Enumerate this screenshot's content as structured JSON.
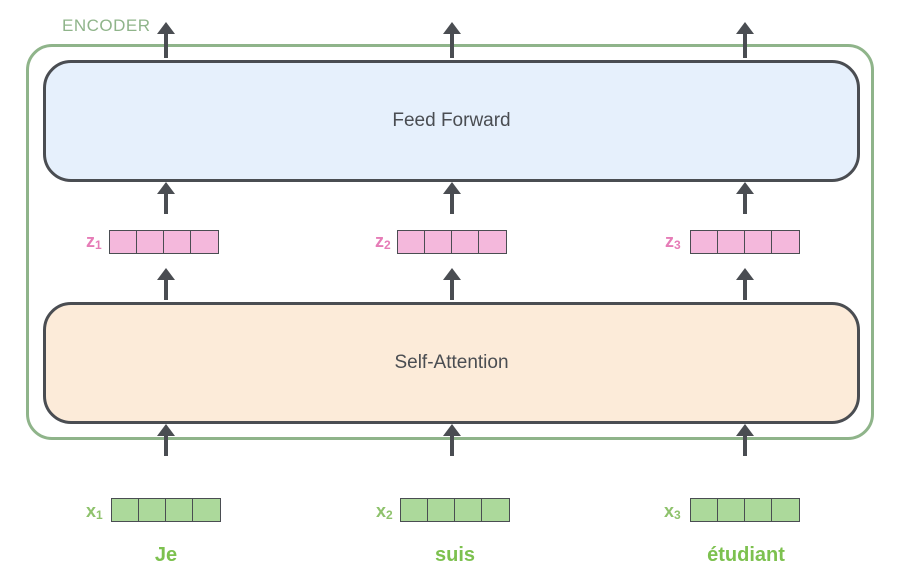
{
  "encoder": {
    "label": "ENCODER"
  },
  "feed_forward": {
    "label": "Feed Forward"
  },
  "self_attention": {
    "label": "Self-Attention"
  },
  "z_vectors": [
    {
      "letter": "z",
      "index": "1"
    },
    {
      "letter": "z",
      "index": "2"
    },
    {
      "letter": "z",
      "index": "3"
    }
  ],
  "x_vectors": [
    {
      "letter": "x",
      "index": "1"
    },
    {
      "letter": "x",
      "index": "2"
    },
    {
      "letter": "x",
      "index": "3"
    }
  ],
  "words": [
    "Je",
    "suis",
    "étudiant"
  ],
  "colors": {
    "encoder_border": "#8fb48a",
    "feed_forward_fill": "#e6f0fc",
    "self_attention_fill": "#fcebd9",
    "z_vector_fill": "#f4b8dc",
    "z_label": "#e67cb7",
    "x_vector_fill": "#acd99b",
    "x_label": "#8ec26c",
    "word": "#7dc14f",
    "stroke": "#4a4d52"
  }
}
